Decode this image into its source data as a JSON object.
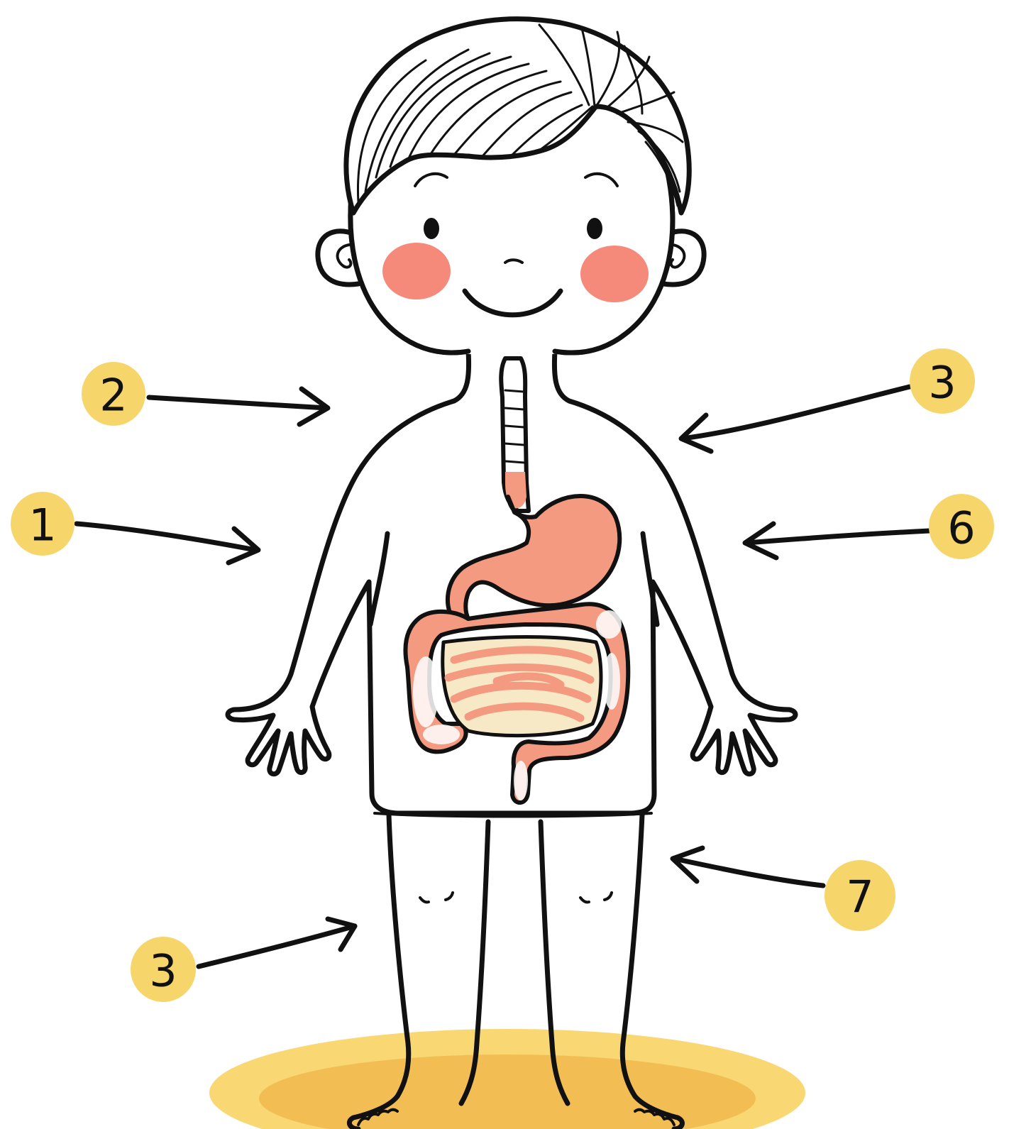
{
  "colors": {
    "background": "#ffffff",
    "line": "#111111",
    "badge": "#f6d66b",
    "cheek": "#f58a7b",
    "organ": "#f39a80",
    "ground_outer": "#f9d772",
    "ground_inner": "#efb549"
  },
  "labels": [
    {
      "id": "label-1",
      "text": "1"
    },
    {
      "id": "label-2",
      "text": "2"
    },
    {
      "id": "label-3-upper",
      "text": "3"
    },
    {
      "id": "label-6",
      "text": "6"
    },
    {
      "id": "label-7",
      "text": "7"
    },
    {
      "id": "label-3-lower",
      "text": "3"
    }
  ]
}
